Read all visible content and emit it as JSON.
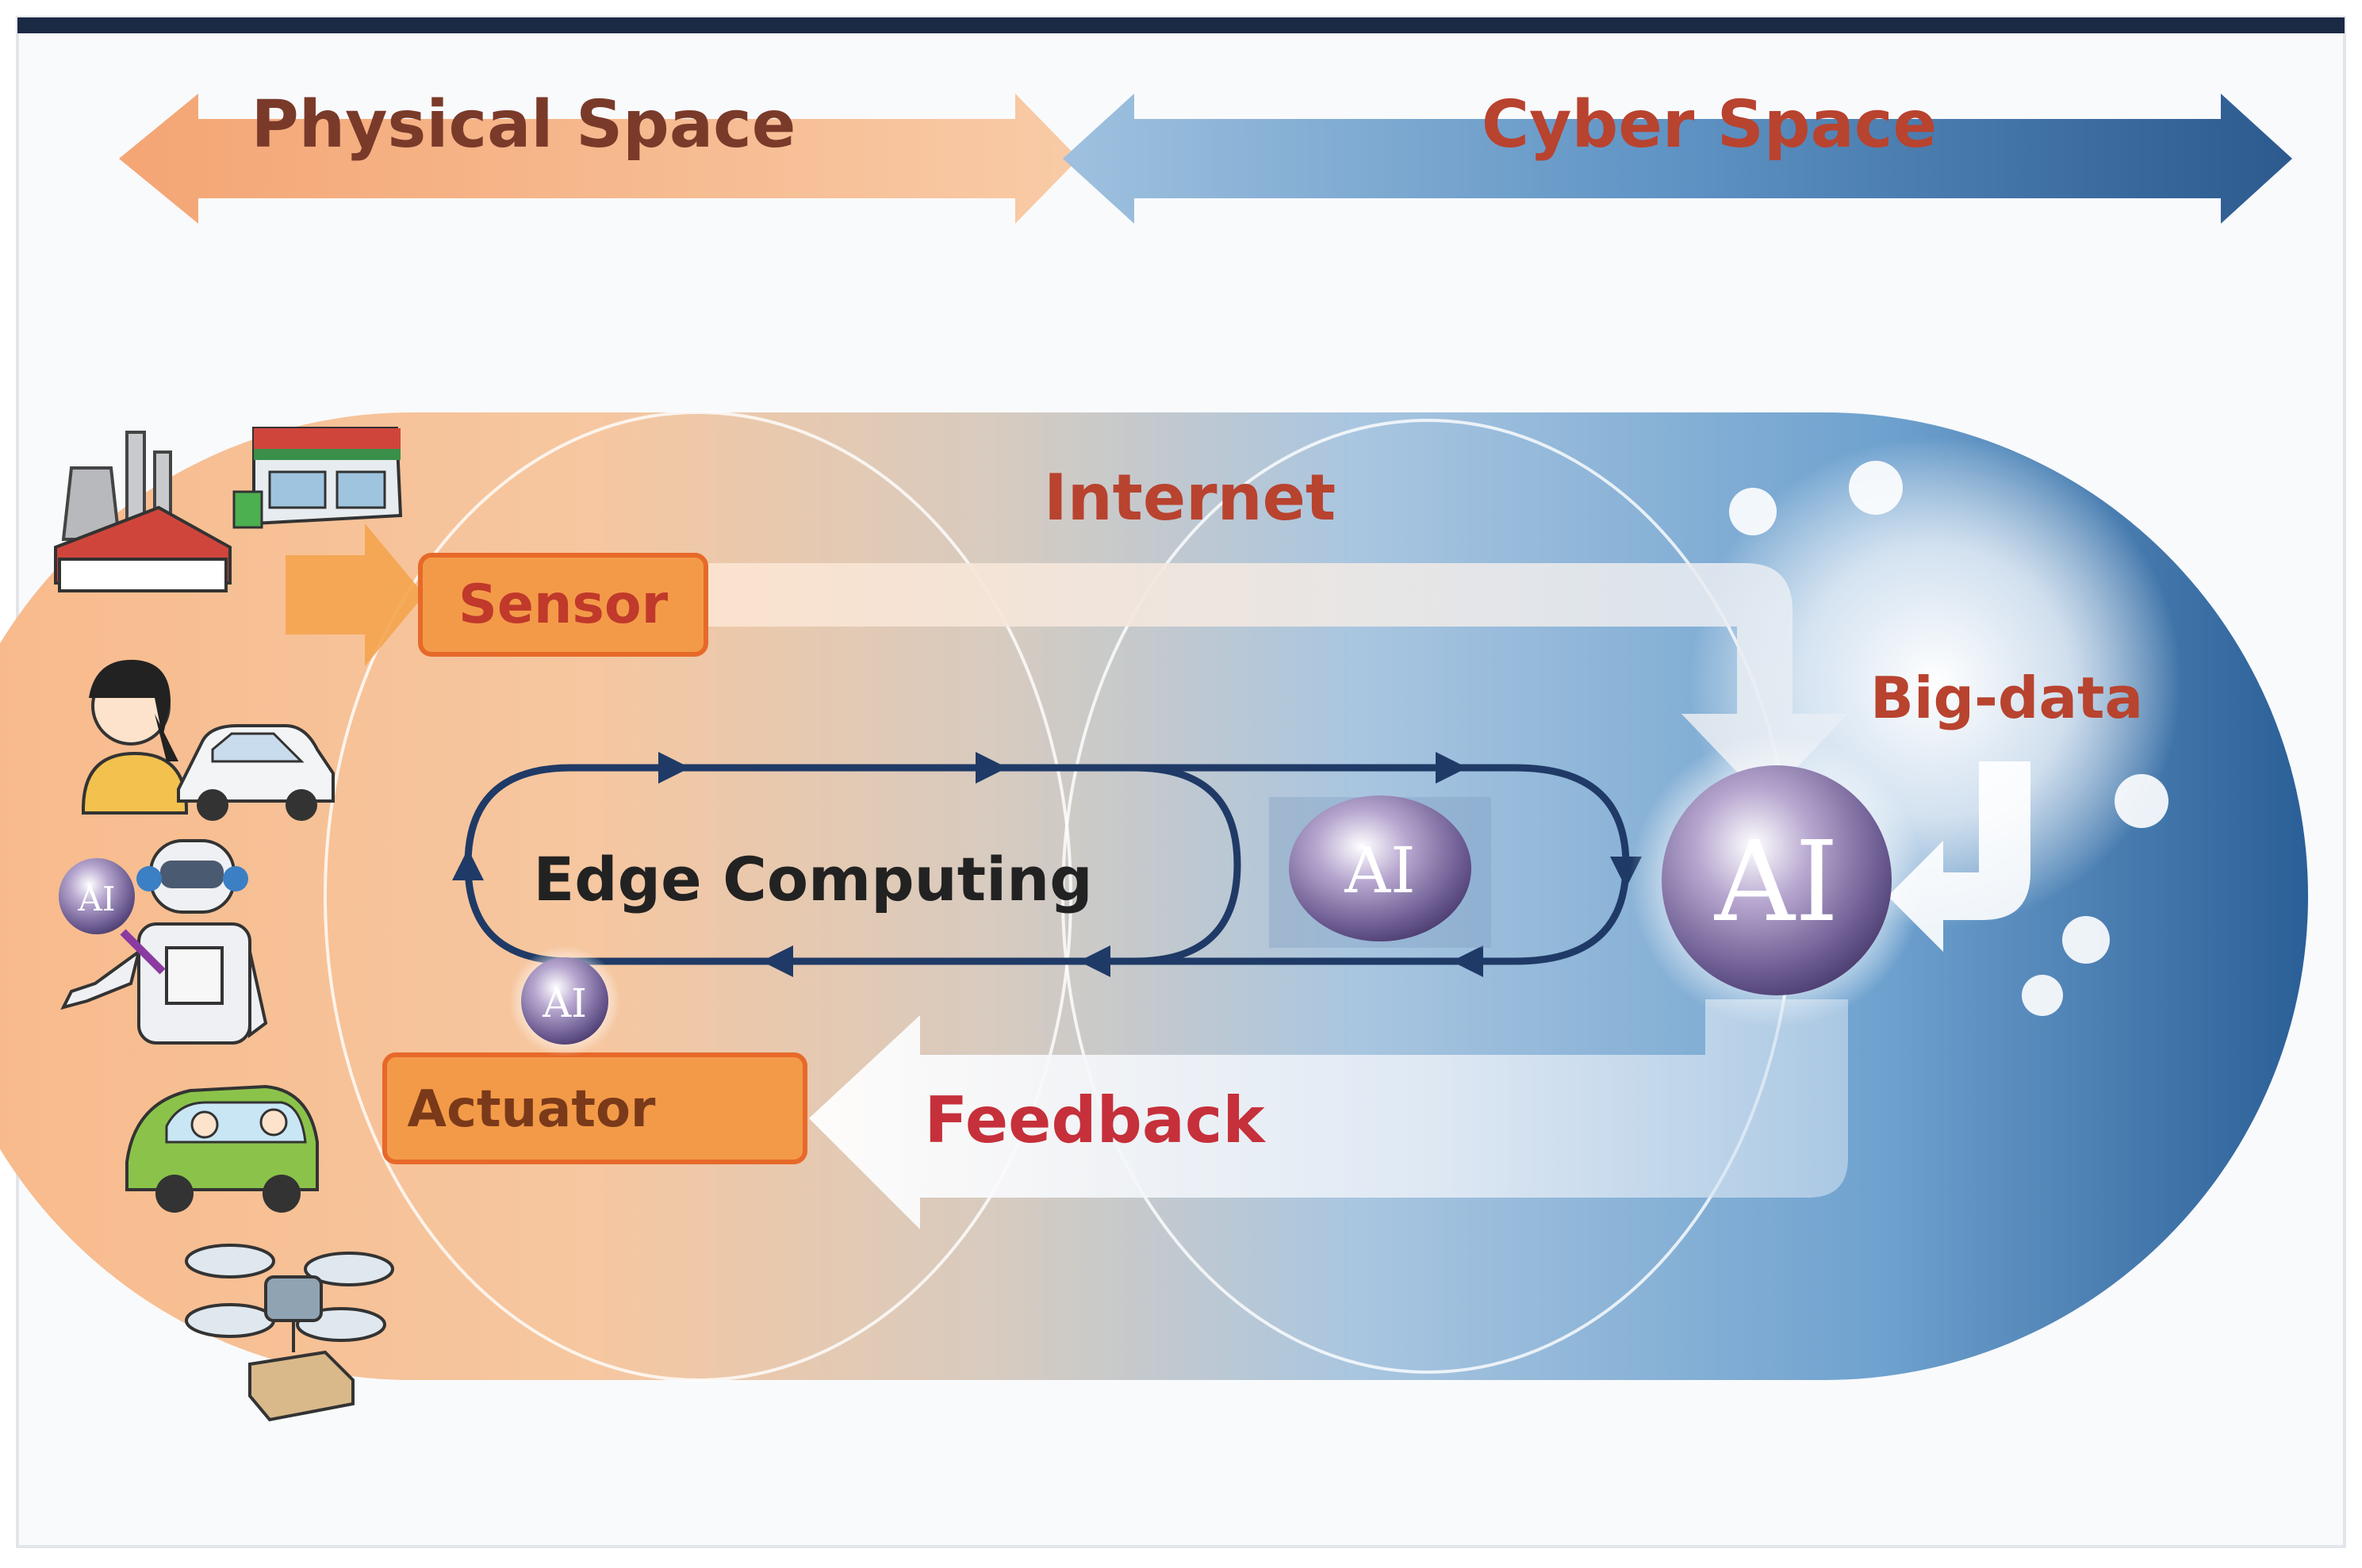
{
  "top_arrows": {
    "physical_label": "Physical Space",
    "cyber_label": "Cyber Space"
  },
  "center": {
    "internet_label": "Internet",
    "big_data_label": "Big-data",
    "edge_computing_label": "Edge Computing",
    "feedback_label": "Feedback"
  },
  "boxes": {
    "sensor_label": "Sensor",
    "actuator_label": "Actuator"
  },
  "ai_badges": {
    "main": "AI",
    "edge": "AI",
    "small": "AI",
    "robot": "AI"
  },
  "icons": {
    "factory": "factory-icon",
    "store": "store-icon",
    "person": "person-icon",
    "car": "car-icon",
    "robot": "robot-icon",
    "autonomous_bus": "autonomous-vehicle-icon",
    "drone": "delivery-drone-icon"
  },
  "colors": {
    "physical_orange": "#f6b07a",
    "cyber_blue": "#3f7bb0",
    "label_red": "#c03a2b",
    "dark_navy": "#1f3a66",
    "ai_purple": "#4a3b6e"
  }
}
